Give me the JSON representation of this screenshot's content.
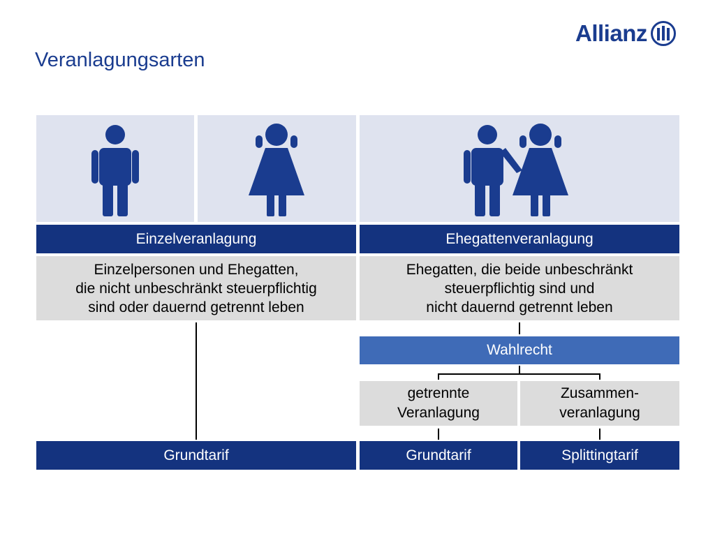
{
  "slide": {
    "title": "Veranlagungsarten",
    "brand": "Allianz"
  },
  "diagram": {
    "einzel": {
      "label": "Einzelveranlagung",
      "description": "Einzelpersonen und Ehegatten,\ndie nicht unbeschränkt steuerpflichtig\nsind oder dauernd getrennt leben",
      "tariff": "Grundtarif"
    },
    "ehegatten": {
      "label": "Ehegattenveranlagung",
      "description": "Ehegatten, die beide unbeschränkt\nsteuerpflichtig sind und\nnicht dauernd getrennt leben",
      "choice": "Wahlrecht",
      "options": [
        {
          "label": "getrennte\nVeranlagung",
          "tariff": "Grundtarif"
        },
        {
          "label": "Zusammen-\nveranlagung",
          "tariff": "Splittingtarif"
        }
      ]
    }
  },
  "icons": {
    "man": "man-icon",
    "woman": "woman-icon",
    "couple": "couple-icon",
    "logo": "allianz-logo-icon"
  },
  "colors": {
    "dark_blue": "#14337f",
    "mid_blue": "#3f6bb7",
    "title_blue": "#1a3c8f",
    "grey_box": "#dcdcdc",
    "image_panel": "#dfe3ef"
  }
}
